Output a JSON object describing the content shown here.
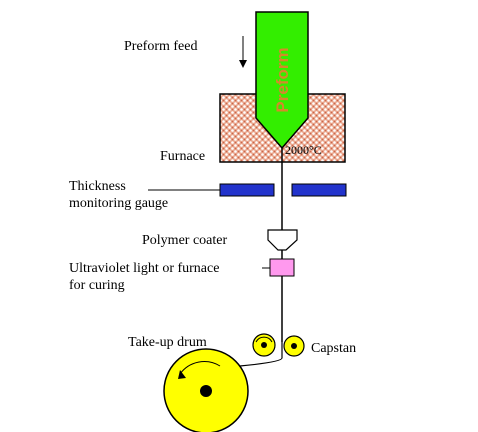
{
  "labels": {
    "preform_feed": "Preform feed",
    "preform": "Preform",
    "temperature": "2000°C",
    "furnace": "Furnace",
    "thickness_line1": "Thickness",
    "thickness_line2": "monitoring gauge",
    "polymer_coater": "Polymer coater",
    "uv_line1": "Ultraviolet light or furnace",
    "uv_line2": "for curing",
    "take_up_drum": "Take-up drum",
    "capstan": "Capstan"
  },
  "colors": {
    "preform": "#33ee00",
    "furnace_fill": "#c8664c",
    "gauge": "#2233cc",
    "curing": "#ff99ee",
    "drum": "#ffff00"
  }
}
